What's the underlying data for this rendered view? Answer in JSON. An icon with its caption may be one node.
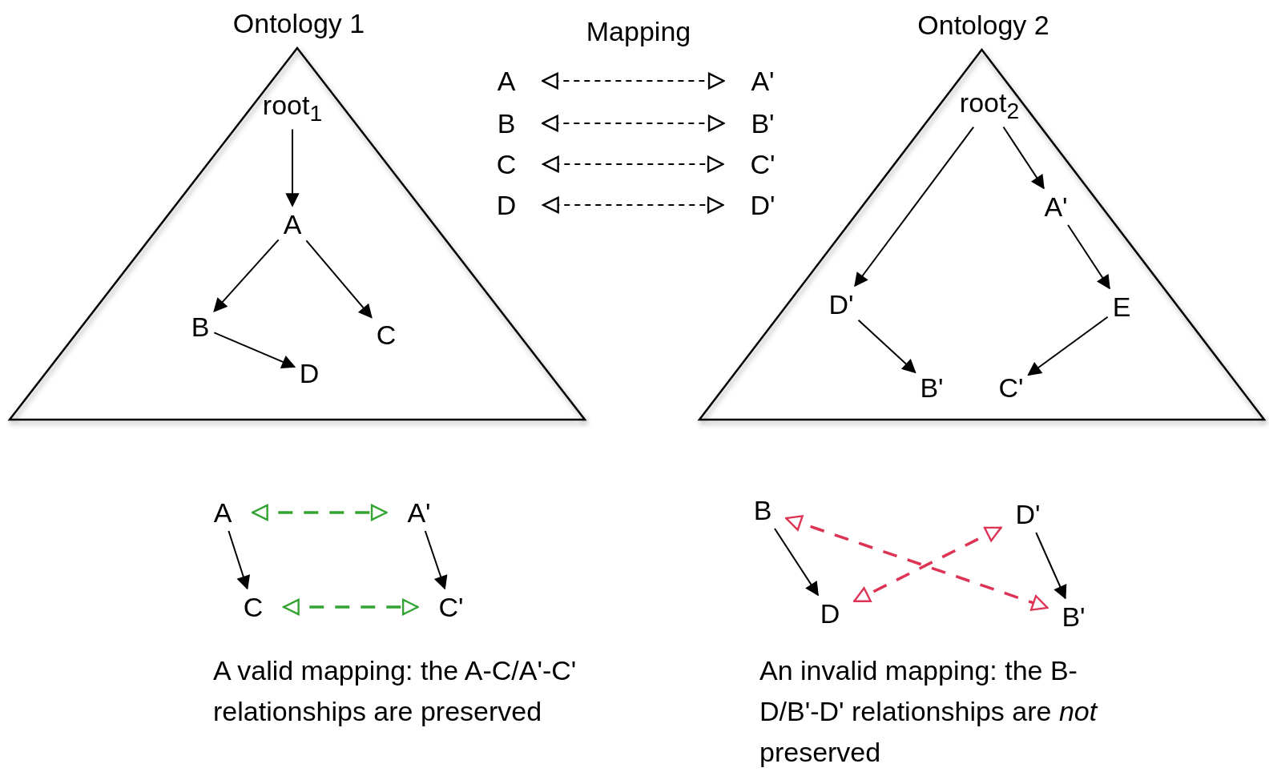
{
  "diagram": {
    "nodes": [
      {
        "text": [
          "Ontology 1"
        ]
      },
      {
        "text": [
          "root$_{1}$"
        ],
        "in": 0
      },
      {
        "text": [
          "A"
        ],
        "in": 0
      },
      {
        "text": [
          "B"
        ],
        "in": 0
      },
      {
        "text": [
          "C"
        ],
        "in": 0
      },
      {
        "text": [
          "D"
        ],
        "in": 0
      },
      {
        "text": [
          "Ontology 2"
        ]
      },
      {
        "text": [
          "root$_{2}$"
        ],
        "in": 6
      },
      {
        "text": [
          "A'"
        ],
        "in": 6
      },
      {
        "text": [
          "D'"
        ],
        "in": 6
      },
      {
        "text": [
          "E"
        ],
        "in": 6
      },
      {
        "text": [
          "B'"
        ],
        "in": 6
      },
      {
        "text": [
          "C'"
        ],
        "in": 6
      },
      {
        "text": [
          "A"
        ]
      },
      {
        "text": [
          "A'"
        ]
      },
      {
        "text": [
          "B"
        ]
      },
      {
        "text": [
          "B'"
        ]
      },
      {
        "text": [
          "C"
        ]
      },
      {
        "text": [
          "C'"
        ]
      },
      {
        "text": [
          "D"
        ]
      },
      {
        "text": [
          "D'"
        ]
      },
      {
        "text": [
          "A"
        ]
      },
      {
        "text": [
          "A'"
        ]
      },
      {
        "text": [
          "C"
        ]
      },
      {
        "text": [
          "C'"
        ]
      },
      {
        "text": [
          "B"
        ]
      },
      {
        "text": [
          "D'"
        ]
      },
      {
        "text": [
          "D"
        ]
      },
      {
        "text": [
          "B'"
        ]
      }
    ],
    "edges": [
      {
        "from": 1,
        "to": 2,
        "arrow": "to"
      },
      {
        "from": 2,
        "to": 3,
        "arrow": "to"
      },
      {
        "from": 2,
        "to": 4,
        "arrow": "to"
      },
      {
        "from": 3,
        "to": 5,
        "arrow": "to"
      },
      {
        "from": 7,
        "to": 8,
        "arrow": "to"
      },
      {
        "from": 7,
        "to": 9,
        "arrow": "to"
      },
      {
        "from": 8,
        "to": 10,
        "arrow": "to"
      },
      {
        "from": 10,
        "to": 12,
        "arrow": "to"
      },
      {
        "from": 9,
        "to": 11,
        "arrow": "to"
      },
      {
        "from": 13,
        "to": 14,
        "arrow": "both",
        "style": "dashed"
      },
      {
        "from": 15,
        "to": 16,
        "arrow": "both",
        "style": "dashed"
      },
      {
        "from": 17,
        "to": 18,
        "arrow": "both",
        "style": "dashed"
      },
      {
        "from": 19,
        "to": 20,
        "arrow": "both",
        "style": "dashed"
      },
      {
        "from": 21,
        "to": 22,
        "arrow": "both",
        "style": "dashed",
        "color": "#33a333"
      },
      {
        "from": 23,
        "to": 24,
        "arrow": "both",
        "style": "dashed",
        "color": "#33a333"
      },
      {
        "from": 21,
        "to": 23,
        "arrow": "to"
      },
      {
        "from": 22,
        "to": 24,
        "arrow": "to"
      },
      {
        "from": 25,
        "to": 28,
        "arrow": "both",
        "style": "dashed",
        "color": "#dd3355"
      },
      {
        "from": 26,
        "to": 27,
        "arrow": "both",
        "style": "dashed",
        "color": "#dd3355"
      },
      {
        "from": 25,
        "to": 27,
        "arrow": "to"
      },
      {
        "from": 26,
        "to": 28,
        "arrow": "to"
      }
    ],
    "labels": [
      "Mapping",
      "A valid mapping: the A-C/A'-C' relationships are preserved",
      "An invalid mapping: the B-D/B'-D' relationships are *not* preserved"
    ]
  }
}
